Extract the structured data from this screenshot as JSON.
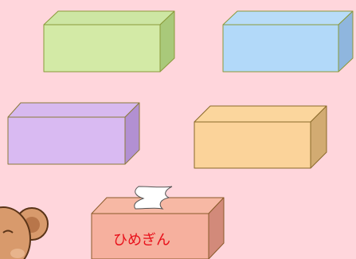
{
  "background_color": "#ffd6dc",
  "boxes": [
    {
      "id": "green",
      "front": "#d3eaa6",
      "top": "#cde6a3",
      "side": "#a9c97a",
      "stroke": "#8a9a3a"
    },
    {
      "id": "blue",
      "front": "#b2d9f9",
      "top": "#b8dcf8",
      "side": "#8fb6de",
      "stroke": "#8a9a3a"
    },
    {
      "id": "purple",
      "front": "#d9baf2",
      "top": "#d7b9ef",
      "side": "#b290d2",
      "stroke": "#8a7a3a"
    },
    {
      "id": "orange",
      "front": "#fbd39a",
      "top": "#fbd69d",
      "side": "#d2ab72",
      "stroke": "#8a6a2a"
    }
  ],
  "tissue_box": {
    "label": "ひめぎん",
    "front": "#f6b09e",
    "top": "#f7b8a4",
    "side": "#d28a7a",
    "stroke": "#8a5a2a",
    "tissue_color": "#ffffff",
    "label_color": "#e8101a"
  },
  "bear": {
    "fur": "#d89a6c",
    "inner_ear": "#b8764a",
    "outline": "#5a3418"
  }
}
